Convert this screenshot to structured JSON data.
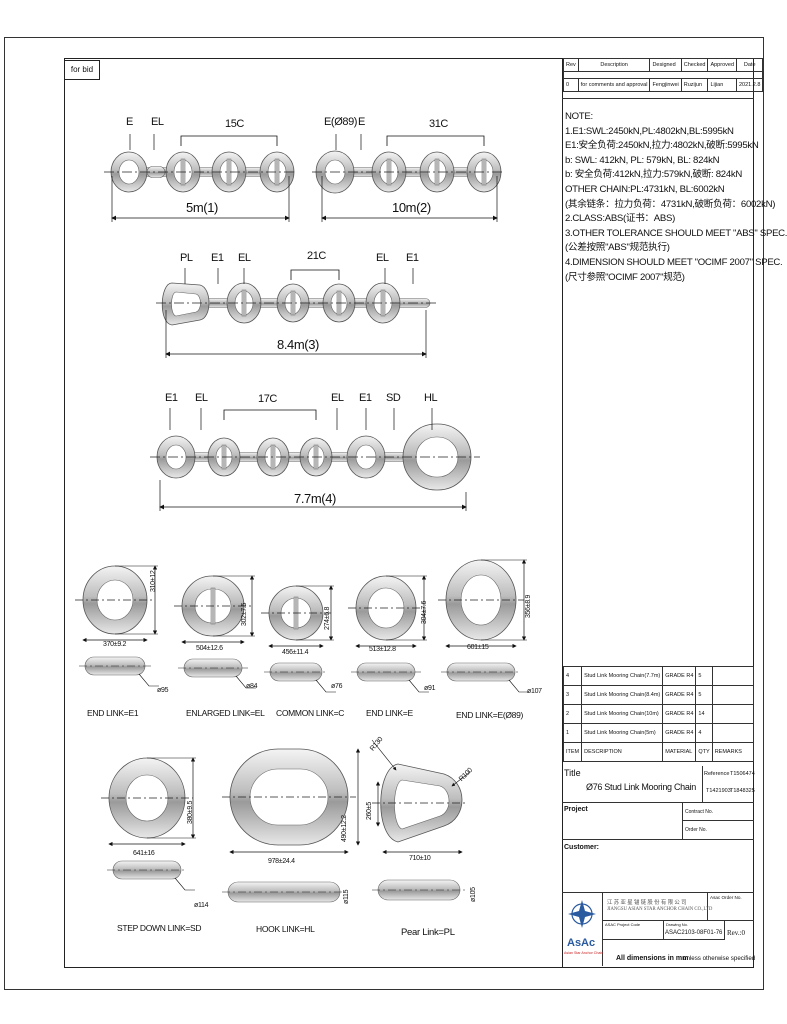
{
  "header": {
    "for_bid": "for bid"
  },
  "revision": {
    "headers": [
      "Rev",
      "Description",
      "Designed",
      "Checked",
      "Approved",
      "Date"
    ],
    "row": [
      "0",
      "for comments and approval",
      "Fengjinwei",
      "Ruzijun",
      "Lijian",
      "2021.2.8"
    ]
  },
  "notes": [
    "NOTE:",
    "1.E1:SWL:2450kN,PL:4802kN,BL:5995kN",
    "  E1:安全负荷:2450kN,拉力:4802kN,破断:5995kN",
    "  b:  SWL:  412kN,   PL:  579kN,   BL:  824kN",
    "  b:  安全负荷:412kN,拉力:579kN,破断:  824kN",
    "  OTHER CHAIN:PL:4731kN,  BL:6002kN",
    "  (其余链条：拉力负荷：4731kN,破断负荷：6002kN)",
    "2.CLASS:ABS(证书：ABS)",
    "3.OTHER TOLERANCE SHOULD MEET \"ABS\" SPEC.",
    "  (公差按照\"ABS\"规范执行)",
    "4.DIMENSION SHOULD MEET \"OCIMF 2007\" SPEC.",
    "  (尺寸参照\"OCIMF 2007\"规范)"
  ],
  "chains": {
    "c1": {
      "labels": [
        "E",
        "EL",
        "15C"
      ],
      "length": "5m(1)"
    },
    "c2": {
      "labels": [
        "E(Ø89)",
        "E",
        "31C"
      ],
      "length": "10m(2)"
    },
    "c3": {
      "labels": [
        "PL",
        "E1",
        "EL",
        "21C",
        "EL",
        "E1"
      ],
      "length": "8.4m(3)"
    },
    "c4": {
      "labels": [
        "E1",
        "EL",
        "17C",
        "EL",
        "E1",
        "SD",
        "HL"
      ],
      "length": "7.7m(4)"
    }
  },
  "links": [
    {
      "name": "END LINK=E1",
      "width": "370±9.2",
      "height": "310±12",
      "dia": "ø95"
    },
    {
      "name": "ENLARGED LINK=EL",
      "width": "504±12.6",
      "height": "302±7.5",
      "dia": "ø84"
    },
    {
      "name": "COMMON LINK=C",
      "width": "456±11.4",
      "height": "274±6.8",
      "dia": "ø76"
    },
    {
      "name": "END LINK=E",
      "width": "513±12.8",
      "height": "304±7.6",
      "dia": "ø91"
    },
    {
      "name": "END LINK=E(Ø89)",
      "width": "601±15",
      "height": "356±8.9",
      "dia": "ø107"
    },
    {
      "name": "STEP DOWN LINK=SD",
      "width": "641±16",
      "height": "380±9.5",
      "dia": "ø114"
    },
    {
      "name": "HOOK LINK=HL",
      "width": "978±24.4",
      "height": "490±12.2",
      "dia": "ø115"
    },
    {
      "name": "Pear Link=PL",
      "width": "710±10",
      "height": "260±5",
      "dia": "ø105",
      "r1": "R130",
      "r2": "R100"
    }
  ],
  "bom": {
    "rows": [
      [
        "4",
        "Stud Link Mooring Chain(7.7m)",
        "GRADE R4",
        "5",
        ""
      ],
      [
        "3",
        "Stud Link Mooring Chain(8.4m)",
        "GRADE R4",
        "5",
        ""
      ],
      [
        "2",
        "Stud Link Mooring Chain(10m)",
        "GRADE R4",
        "14",
        ""
      ],
      [
        "1",
        "Stud Link Mooring Chain(5m)",
        "GRADE R4",
        "4",
        ""
      ]
    ],
    "headers": [
      "ITEM",
      "DESCRIPTION",
      "MATERIAL",
      "QTY",
      "REMARKS"
    ]
  },
  "titleblock": {
    "title_label": "Title",
    "title": "Ø76 Stud Link Mooring Chain",
    "reference_label": "Reference",
    "ref1": "T1506474",
    "ref2a": "T1421903",
    "ref2b": "T1848325",
    "project_label": "Project",
    "contract_label": "Contract No.",
    "order_label": "Order No.",
    "customer_label": "Customer:",
    "company_cn": "江 苏 亚 星 锚 链 股 份 有 限 公 司",
    "company_en": "JIANGSU ASIAN STAR ANCHOR CHAIN CO.,LTD",
    "asac_order_label": "Asac Order No.",
    "asac_project_label": "ASAC Project Code",
    "drawing_label": "Drawing No.",
    "drawing_no": "ASAC2103-08F01-76",
    "rev": "Rev.:0",
    "logo_text": "AsAc",
    "logo_sub": "Asian Star Anchor Chain",
    "footer_a": "All dimensions in mm",
    "footer_b": "unless otherwise specified"
  }
}
